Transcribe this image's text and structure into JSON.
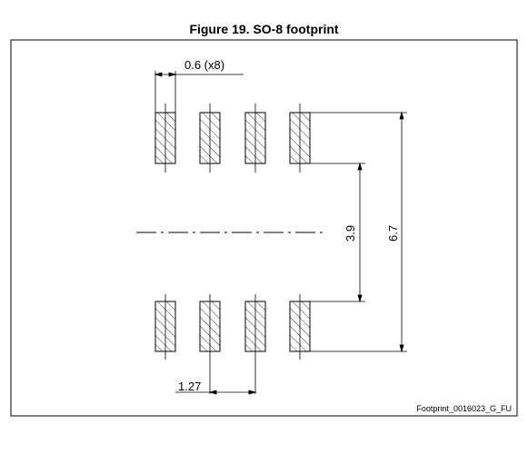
{
  "figure": {
    "title": "Figure 19. SO-8 footprint",
    "reference": "Footprint_0016023_G_FU"
  },
  "dimensions": {
    "pad_width": "0.6 (x8)",
    "pitch": "1.27",
    "inner_span": "3.9",
    "outer_span": "6.7"
  }
}
